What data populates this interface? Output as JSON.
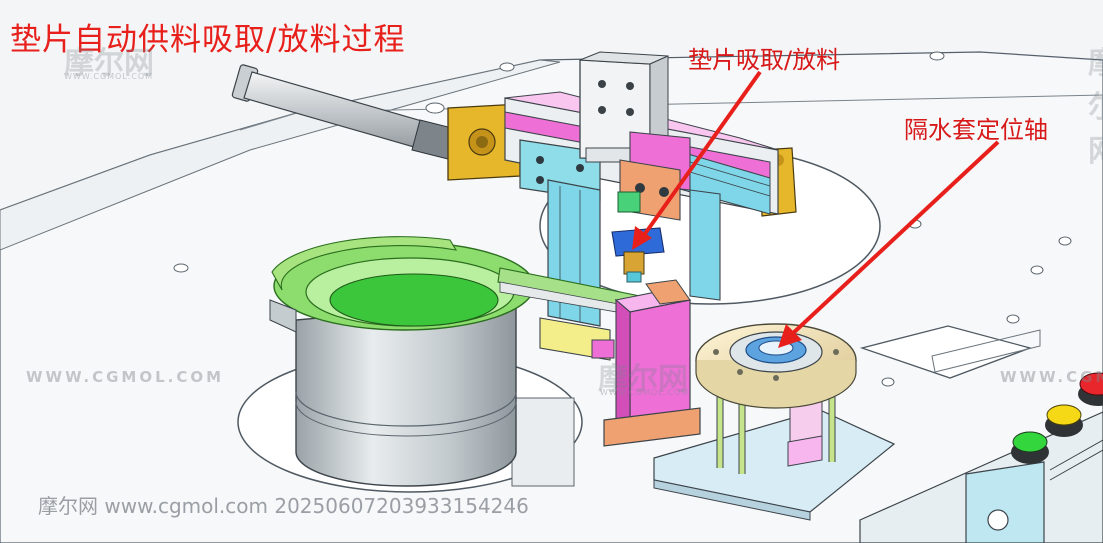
{
  "title": "垫片自动供料吸取/放料过程",
  "callouts": [
    {
      "text": "垫片吸取/放料"
    },
    {
      "text": "隔水套定位轴"
    }
  ],
  "watermark": {
    "logo_text": "摩尔网",
    "small_url": "WWW.CGMOL.COM",
    "footer_text": "摩尔网 www.cgmol.com 20250607203933154246"
  },
  "colors": {
    "callout_red": "#e8201c",
    "bowl_green": "#3cc63c",
    "cylinder_yellow": "#e6b72b",
    "slide_cyan": "#7fd6e8",
    "magenta_block": "#ee6fd6",
    "plate_blue": "#d7ecf5"
  }
}
